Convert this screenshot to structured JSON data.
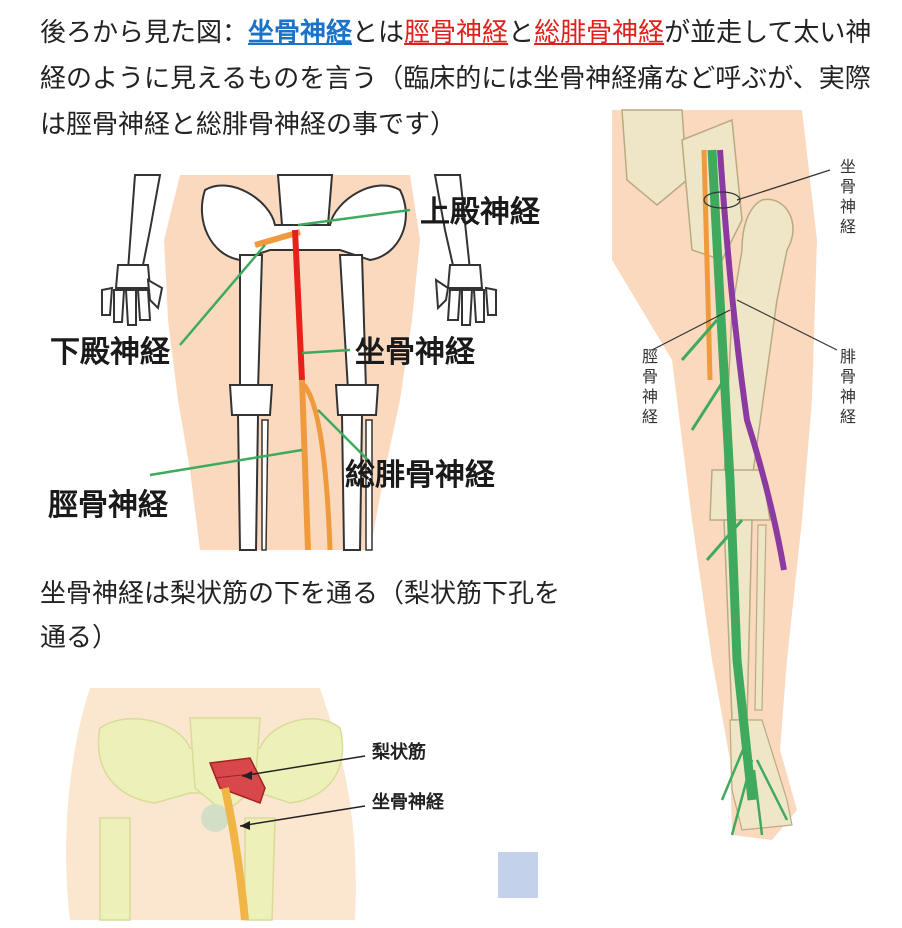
{
  "intro": {
    "line1_pre": "後ろから見た図：",
    "sciatic": "坐骨神経",
    "line1_mid1": "とは",
    "tibial": "脛骨神経",
    "line1_mid2": "と",
    "peroneal": "総腓骨神経",
    "line1_post": "が並走して太い神経のように見えるものを言う（臨床的には坐骨神経痛など呼ぶが、実際は脛骨神経と総腓骨神経の事です）"
  },
  "skeleton_diagram": {
    "labels": {
      "superior_gluteal": "上殿神経",
      "inferior_gluteal": "下殿神経",
      "sciatic": "坐骨神経",
      "common_peroneal": "総腓骨神経",
      "tibial": "脛骨神経"
    }
  },
  "leg_diagram": {
    "labels": {
      "sciatic": [
        "坐",
        "骨",
        "神",
        "経"
      ],
      "tibial": [
        "脛",
        "骨",
        "神",
        "経"
      ],
      "peroneal": [
        "腓",
        "骨",
        "神",
        "経"
      ]
    }
  },
  "caption2": "坐骨神経は梨状筋の下を通る（梨状筋下孔を通る）",
  "pelvis_diagram": {
    "labels": {
      "piriformis": "梨状筋",
      "sciatic": "坐骨神経"
    }
  },
  "colors": {
    "link_blue": "#1a73c8",
    "link_red": "#e0201b",
    "nerve_red": "#e8201a",
    "nerve_orange": "#f09a3e",
    "nerve_green": "#3faa5e",
    "nerve_purple": "#8a3aa0",
    "skin": "#fbd9bf",
    "bone": "#efe6c8"
  }
}
